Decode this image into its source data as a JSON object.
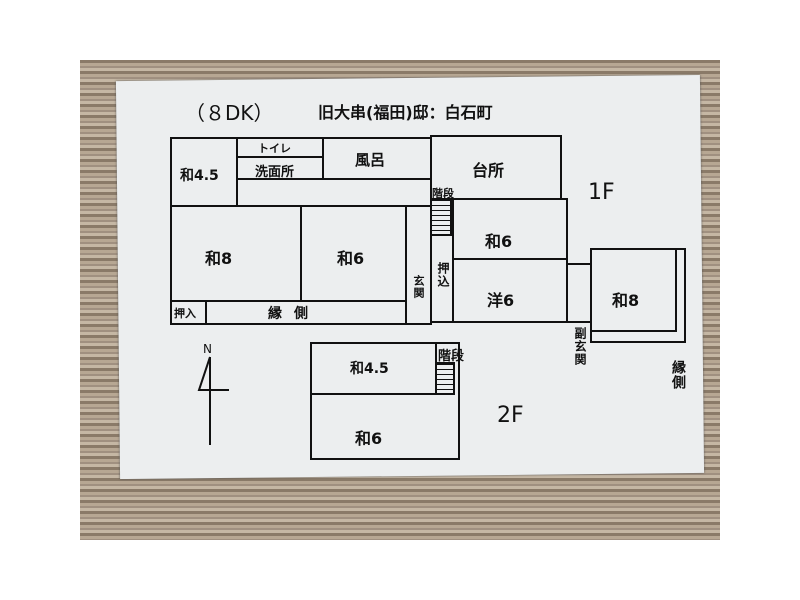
{
  "title": {
    "layout": "（８DK）",
    "name": "旧大串(福田)邸：白石町"
  },
  "floor1": {
    "label": "1F",
    "rooms": {
      "washitsu45": "和4.5",
      "toilet": "トイレ",
      "washroom": "洗面所",
      "bath": "風呂",
      "kitchen": "台所",
      "stairs": "階段",
      "washitsu8": "和8",
      "washitsu6": "和6",
      "entrance": "玄関",
      "closet_push": "押込",
      "washitsu6_east": "和6",
      "yoshitsu6": "洋6",
      "oshiire": "押入",
      "engawa": "縁側",
      "sub_entrance": "副玄関",
      "washitsu8_east": "和8",
      "engawa_east": "縁側"
    }
  },
  "floor2": {
    "label": "2F",
    "rooms": {
      "washitsu45": "和4.5",
      "stairs": "階段",
      "washitsu6": "和6"
    }
  },
  "compass": {
    "label": "N"
  }
}
